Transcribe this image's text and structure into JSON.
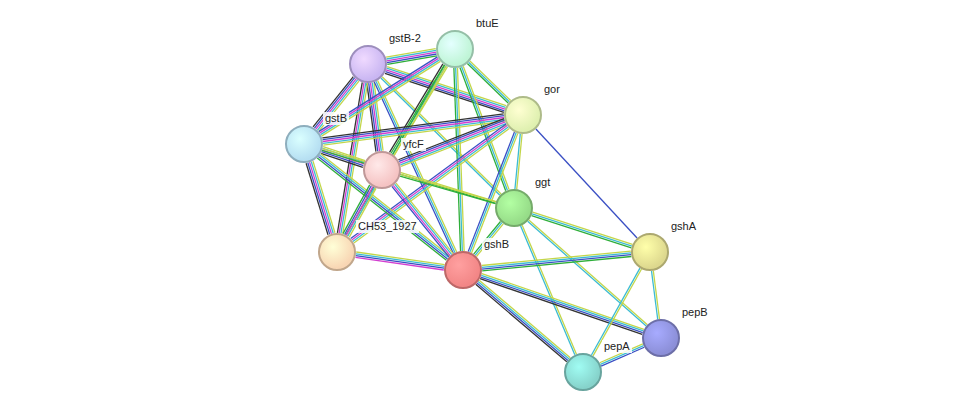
{
  "diagram": {
    "nodes": [
      {
        "text": [
          "gstB-2"
        ]
      },
      {
        "text": [
          "btuE"
        ]
      },
      {
        "text": [
          "gor"
        ]
      },
      {
        "text": [
          "gstB"
        ]
      },
      {
        "text": [
          "yfcF"
        ]
      },
      {
        "text": [
          "ggt"
        ]
      },
      {
        "text": [
          "CH53_1927"
        ]
      },
      {
        "text": [
          "gshB"
        ]
      },
      {
        "text": [
          "gshA"
        ]
      },
      {
        "text": [
          "pepB"
        ]
      },
      {
        "text": [
          "pepA"
        ]
      }
    ],
    "edges": [
      {
        "from": 0,
        "to": 1,
        "arrow": "none"
      },
      {
        "from": 0,
        "to": 2,
        "arrow": "none"
      },
      {
        "from": 0,
        "to": 3,
        "arrow": "none"
      },
      {
        "from": 0,
        "to": 4,
        "arrow": "none"
      },
      {
        "from": 0,
        "to": 6,
        "arrow": "none"
      },
      {
        "from": 0,
        "to": 7,
        "arrow": "none"
      },
      {
        "from": 0,
        "to": 5,
        "arrow": "none"
      },
      {
        "from": 1,
        "to": 2,
        "arrow": "none"
      },
      {
        "from": 1,
        "to": 3,
        "arrow": "none"
      },
      {
        "from": 1,
        "to": 4,
        "arrow": "none"
      },
      {
        "from": 1,
        "to": 6,
        "arrow": "none"
      },
      {
        "from": 1,
        "to": 7,
        "arrow": "none"
      },
      {
        "from": 1,
        "to": 5,
        "arrow": "none"
      },
      {
        "from": 2,
        "to": 3,
        "arrow": "none"
      },
      {
        "from": 2,
        "to": 4,
        "arrow": "none"
      },
      {
        "from": 2,
        "to": 6,
        "arrow": "none"
      },
      {
        "from": 2,
        "to": 7,
        "arrow": "none"
      },
      {
        "from": 2,
        "to": 5,
        "arrow": "none"
      },
      {
        "from": 2,
        "to": 8,
        "arrow": "none"
      },
      {
        "from": 3,
        "to": 4,
        "arrow": "none"
      },
      {
        "from": 3,
        "to": 6,
        "arrow": "none"
      },
      {
        "from": 3,
        "to": 7,
        "arrow": "none"
      },
      {
        "from": 3,
        "to": 5,
        "arrow": "none"
      },
      {
        "from": 4,
        "to": 6,
        "arrow": "none"
      },
      {
        "from": 4,
        "to": 7,
        "arrow": "none"
      },
      {
        "from": 4,
        "to": 5,
        "arrow": "none"
      },
      {
        "from": 6,
        "to": 7,
        "arrow": "none"
      },
      {
        "from": 5,
        "to": 7,
        "arrow": "none"
      },
      {
        "from": 5,
        "to": 8,
        "arrow": "none"
      },
      {
        "from": 5,
        "to": 10,
        "arrow": "none"
      },
      {
        "from": 5,
        "to": 9,
        "arrow": "none"
      },
      {
        "from": 7,
        "to": 8,
        "arrow": "none"
      },
      {
        "from": 7,
        "to": 9,
        "arrow": "none"
      },
      {
        "from": 7,
        "to": 10,
        "arrow": "none"
      },
      {
        "from": 8,
        "to": 10,
        "arrow": "none"
      },
      {
        "from": 8,
        "to": 9,
        "arrow": "none"
      },
      {
        "from": 10,
        "to": 9,
        "arrow": "none"
      }
    ]
  }
}
